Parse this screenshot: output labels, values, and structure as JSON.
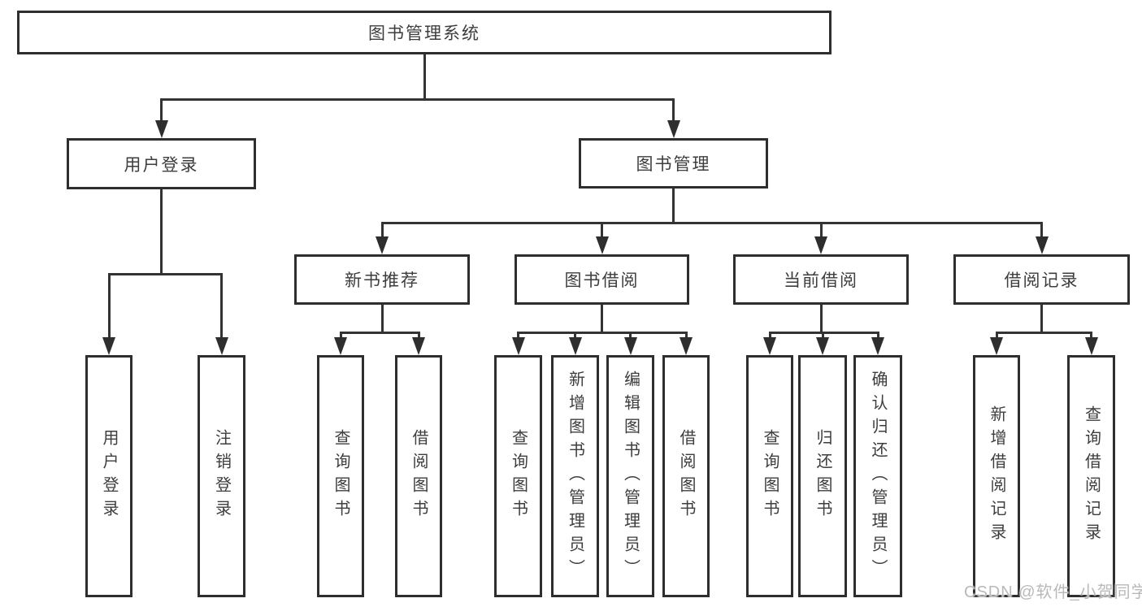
{
  "diagram": {
    "title": "图书管理系统",
    "watermark": "CSDN @软件_小贺同学",
    "colors": {
      "background": "#ffffff",
      "box_border": "#2e2e2e",
      "line": "#333333",
      "text": "#3d3d3d",
      "watermark": "#b9b9b9"
    },
    "nodes": [
      {
        "id": "root",
        "label": "图书管理系统",
        "children": [
          "user-login",
          "book-mgmt"
        ]
      },
      {
        "id": "user-login",
        "label": "用户登录",
        "children": [
          "leaf-user-login",
          "leaf-logout"
        ]
      },
      {
        "id": "book-mgmt",
        "label": "图书管理",
        "children": [
          "new-book-rec",
          "book-borrow",
          "current-borrow",
          "borrow-record"
        ]
      },
      {
        "id": "new-book-rec",
        "label": "新书推荐",
        "children": [
          "leaf-query-book-1",
          "leaf-borrow-book-1"
        ]
      },
      {
        "id": "book-borrow",
        "label": "图书借阅",
        "children": [
          "leaf-query-book-2",
          "leaf-add-book",
          "leaf-edit-book",
          "leaf-borrow-book-2"
        ]
      },
      {
        "id": "current-borrow",
        "label": "当前借阅",
        "children": [
          "leaf-query-book-3",
          "leaf-return-book",
          "leaf-confirm-return"
        ]
      },
      {
        "id": "borrow-record",
        "label": "借阅记录",
        "children": [
          "leaf-add-record",
          "leaf-query-record"
        ]
      },
      {
        "id": "leaf-user-login",
        "label": "用户登录"
      },
      {
        "id": "leaf-logout",
        "label": "注销登录"
      },
      {
        "id": "leaf-query-book-1",
        "label": "查询图书"
      },
      {
        "id": "leaf-borrow-book-1",
        "label": "借阅图书"
      },
      {
        "id": "leaf-query-book-2",
        "label": "查询图书"
      },
      {
        "id": "leaf-add-book",
        "label": "新增图书（管理员）"
      },
      {
        "id": "leaf-edit-book",
        "label": "编辑图书（管理员）"
      },
      {
        "id": "leaf-borrow-book-2",
        "label": "借阅图书"
      },
      {
        "id": "leaf-query-book-3",
        "label": "查询图书"
      },
      {
        "id": "leaf-return-book",
        "label": "归还图书"
      },
      {
        "id": "leaf-confirm-return",
        "label": "确认归还（管理员）"
      },
      {
        "id": "leaf-add-record",
        "label": "新增借阅记录"
      },
      {
        "id": "leaf-query-record",
        "label": "查询借阅记录"
      }
    ]
  }
}
